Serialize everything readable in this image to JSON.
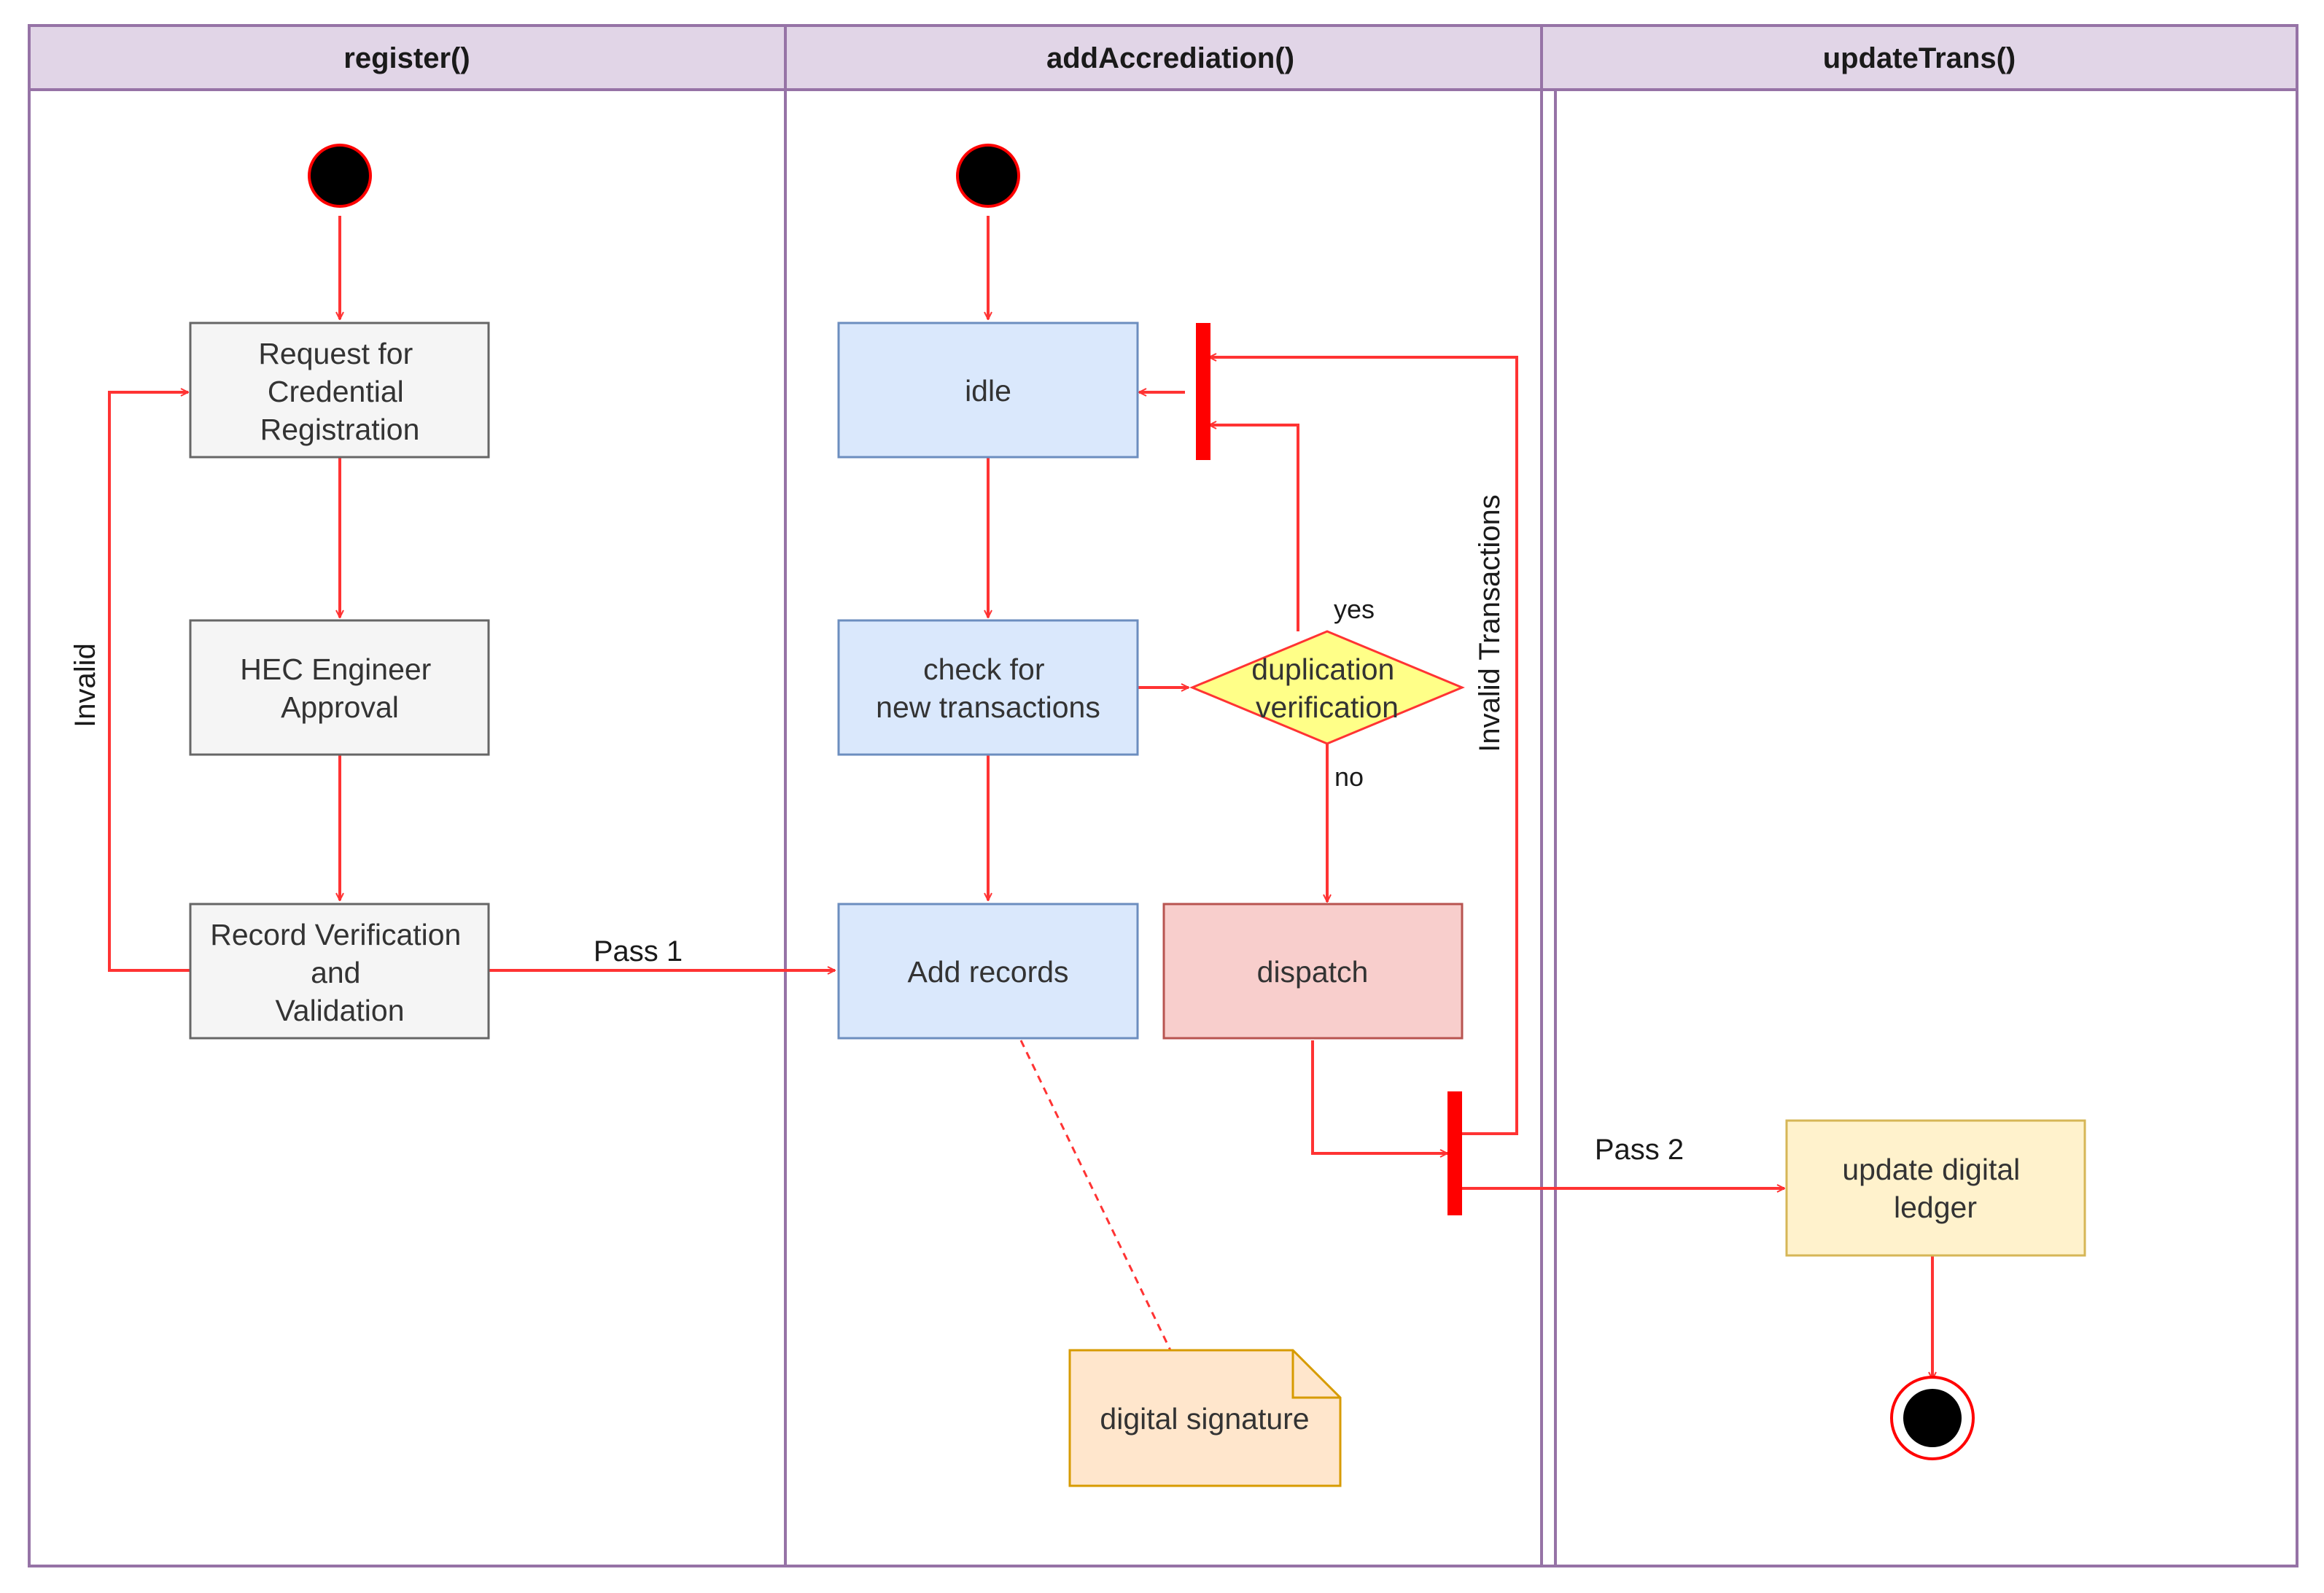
{
  "lanes": [
    {
      "title": "register()"
    },
    {
      "title": "addAccrediation()"
    },
    {
      "title": "updateTrans()"
    }
  ],
  "nodes": {
    "request": [
      "Request for",
      "Credential",
      "Registration"
    ],
    "hec": [
      "HEC Engineer",
      "Approval"
    ],
    "record": [
      "Record Verification",
      "and",
      "Validation"
    ],
    "idle": [
      "idle"
    ],
    "check": [
      "check for",
      "new transactions"
    ],
    "duplication": [
      "duplication",
      "verification"
    ],
    "add_records": [
      "Add records"
    ],
    "dispatch": [
      "dispatch"
    ],
    "update_ledger": [
      "update digital",
      "ledger"
    ],
    "note": [
      "digital signature"
    ]
  },
  "edge_labels": {
    "invalid": "Invalid",
    "pass1": "Pass 1",
    "yes": "yes",
    "no": "no",
    "invalid_transactions": "Invalid Transactions",
    "pass2": "Pass 2"
  },
  "colors": {
    "lane_header_fill": "#e1d5e7",
    "lane_border": "#9673a6",
    "flow": "#ff3333",
    "gray_fill": "#f5f5f5",
    "gray_border": "#666666",
    "blue_fill": "#dae8fc",
    "blue_border": "#6c8ebf",
    "red_fill": "#f8cecc",
    "red_border": "#b85450",
    "yellow_fill": "#fff2cc",
    "yellow_border": "#d6b656",
    "diamond_fill": "#ffff88",
    "diamond_border": "#ff3333",
    "note_fill": "#ffe6cc",
    "note_border": "#d79b00"
  }
}
